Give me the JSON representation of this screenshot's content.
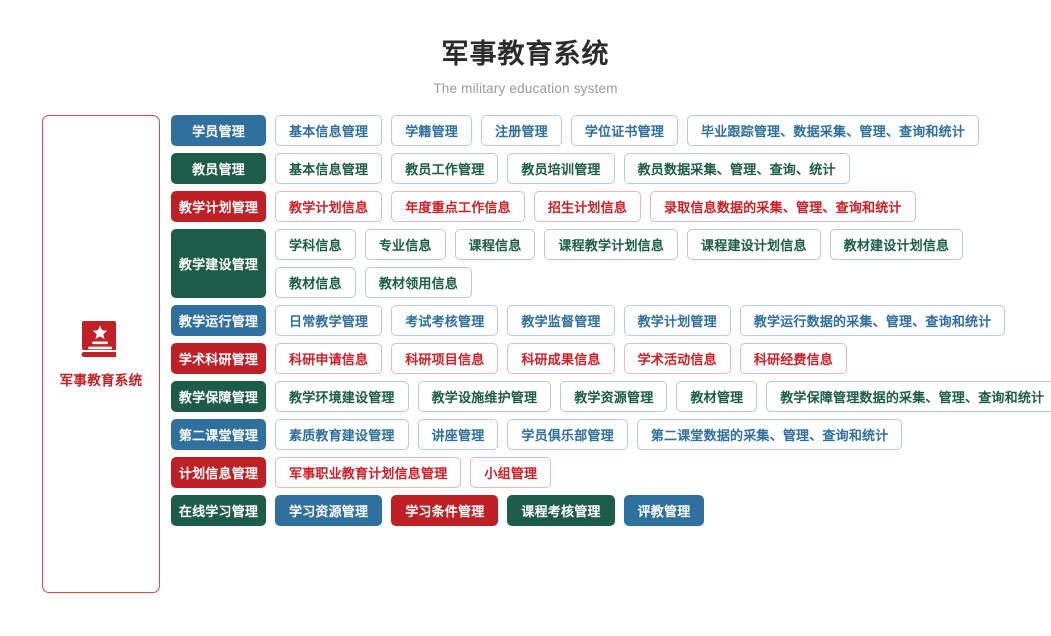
{
  "header": {
    "title": "军事教育系统",
    "subtitle": "The military education system"
  },
  "sidebar": {
    "icon": "book-star-icon",
    "label": "军事教育系统",
    "border_color": "#d94a4f",
    "accent_color": "#c32026"
  },
  "colors": {
    "blue": "#2f709f",
    "green": "#1d5c49",
    "red": "#bf2026",
    "blue_border": "#b6cfe1",
    "green_border": "#b7cfc7",
    "red_border": "#f0b8ba",
    "title": "#2b2b2b",
    "subtitle": "#9b9b9b"
  },
  "rows": [
    {
      "category": "学员管理",
      "theme": "blue",
      "style": "outline",
      "lines": [
        [
          {
            "label": "基本信息管理",
            "theme": "blue",
            "style": "outline"
          },
          {
            "label": "学籍管理",
            "theme": "blue",
            "style": "outline"
          },
          {
            "label": "注册管理",
            "theme": "blue",
            "style": "outline"
          },
          {
            "label": "学位证书管理",
            "theme": "blue",
            "style": "outline"
          },
          {
            "label": "毕业跟踪管理、数据采集、管理、查询和统计",
            "theme": "blue",
            "style": "outline"
          }
        ]
      ]
    },
    {
      "category": "教员管理",
      "theme": "green",
      "style": "outline",
      "lines": [
        [
          {
            "label": "基本信息管理",
            "theme": "green",
            "style": "outline"
          },
          {
            "label": "教员工作管理",
            "theme": "green",
            "style": "outline"
          },
          {
            "label": "教员培训管理",
            "theme": "green",
            "style": "outline"
          },
          {
            "label": "教员数据采集、管理、查询、统计",
            "theme": "green",
            "style": "outline"
          }
        ]
      ]
    },
    {
      "category": "教学计划管理",
      "theme": "red",
      "style": "outline",
      "lines": [
        [
          {
            "label": "教学计划信息",
            "theme": "red",
            "style": "outline"
          },
          {
            "label": "年度重点工作信息",
            "theme": "red",
            "style": "outline"
          },
          {
            "label": "招生计划信息",
            "theme": "red",
            "style": "outline"
          },
          {
            "label": "录取信息数据的采集、管理、查询和统计",
            "theme": "red",
            "style": "outline"
          }
        ]
      ]
    },
    {
      "category": "教学建设管理",
      "theme": "green",
      "style": "outline",
      "lines": [
        [
          {
            "label": "学科信息",
            "theme": "green",
            "style": "outline"
          },
          {
            "label": "专业信息",
            "theme": "green",
            "style": "outline"
          },
          {
            "label": "课程信息",
            "theme": "green",
            "style": "outline"
          },
          {
            "label": "课程教学计划信息",
            "theme": "green",
            "style": "outline"
          },
          {
            "label": "课程建设计划信息",
            "theme": "green",
            "style": "outline"
          },
          {
            "label": "教材建设计划信息",
            "theme": "green",
            "style": "outline"
          }
        ],
        [
          {
            "label": "教材信息",
            "theme": "green",
            "style": "outline"
          },
          {
            "label": "教材领用信息",
            "theme": "green",
            "style": "outline"
          }
        ]
      ]
    },
    {
      "category": "教学运行管理",
      "theme": "blue",
      "style": "outline",
      "lines": [
        [
          {
            "label": "日常教学管理",
            "theme": "blue",
            "style": "outline"
          },
          {
            "label": "考试考核管理",
            "theme": "blue",
            "style": "outline"
          },
          {
            "label": "教学监督管理",
            "theme": "blue",
            "style": "outline"
          },
          {
            "label": "教学计划管理",
            "theme": "blue",
            "style": "outline"
          },
          {
            "label": "教学运行数据的采集、管理、查询和统计",
            "theme": "blue",
            "style": "outline"
          }
        ]
      ]
    },
    {
      "category": "学术科研管理",
      "theme": "red",
      "style": "outline",
      "lines": [
        [
          {
            "label": "科研申请信息",
            "theme": "red",
            "style": "outline"
          },
          {
            "label": "科研项目信息",
            "theme": "red",
            "style": "outline"
          },
          {
            "label": "科研成果信息",
            "theme": "red",
            "style": "outline"
          },
          {
            "label": "学术活动信息",
            "theme": "red",
            "style": "outline"
          },
          {
            "label": "科研经费信息",
            "theme": "red",
            "style": "outline"
          }
        ]
      ]
    },
    {
      "category": "教学保障管理",
      "theme": "green",
      "style": "outline",
      "lines": [
        [
          {
            "label": "教学环境建设管理",
            "theme": "green",
            "style": "outline"
          },
          {
            "label": "教学设施维护管理",
            "theme": "green",
            "style": "outline"
          },
          {
            "label": "教学资源管理",
            "theme": "green",
            "style": "outline"
          },
          {
            "label": "教材管理",
            "theme": "green",
            "style": "outline"
          },
          {
            "label": "教学保障管理数据的采集、管理、查询和统计",
            "theme": "green",
            "style": "outline"
          }
        ]
      ]
    },
    {
      "category": "第二课堂管理",
      "theme": "blue",
      "style": "outline",
      "lines": [
        [
          {
            "label": "素质教育建设管理",
            "theme": "blue",
            "style": "outline"
          },
          {
            "label": "讲座管理",
            "theme": "blue",
            "style": "outline"
          },
          {
            "label": "学员俱乐部管理",
            "theme": "blue",
            "style": "outline"
          },
          {
            "label": "第二课堂数据的采集、管理、查询和统计",
            "theme": "blue",
            "style": "outline"
          }
        ]
      ]
    },
    {
      "category": "计划信息管理",
      "theme": "red",
      "style": "outline",
      "lines": [
        [
          {
            "label": "军事职业教育计划信息管理",
            "theme": "red",
            "style": "outline"
          },
          {
            "label": "小组管理",
            "theme": "red",
            "style": "outline"
          }
        ]
      ]
    },
    {
      "category": "在线学习管理",
      "theme": "green",
      "style": "fill",
      "lines": [
        [
          {
            "label": "学习资源管理",
            "theme": "blue",
            "style": "fill"
          },
          {
            "label": "学习条件管理",
            "theme": "red",
            "style": "fill"
          },
          {
            "label": "课程考核管理",
            "theme": "green",
            "style": "fill"
          },
          {
            "label": "评教管理",
            "theme": "blue",
            "style": "fill"
          }
        ]
      ]
    }
  ]
}
